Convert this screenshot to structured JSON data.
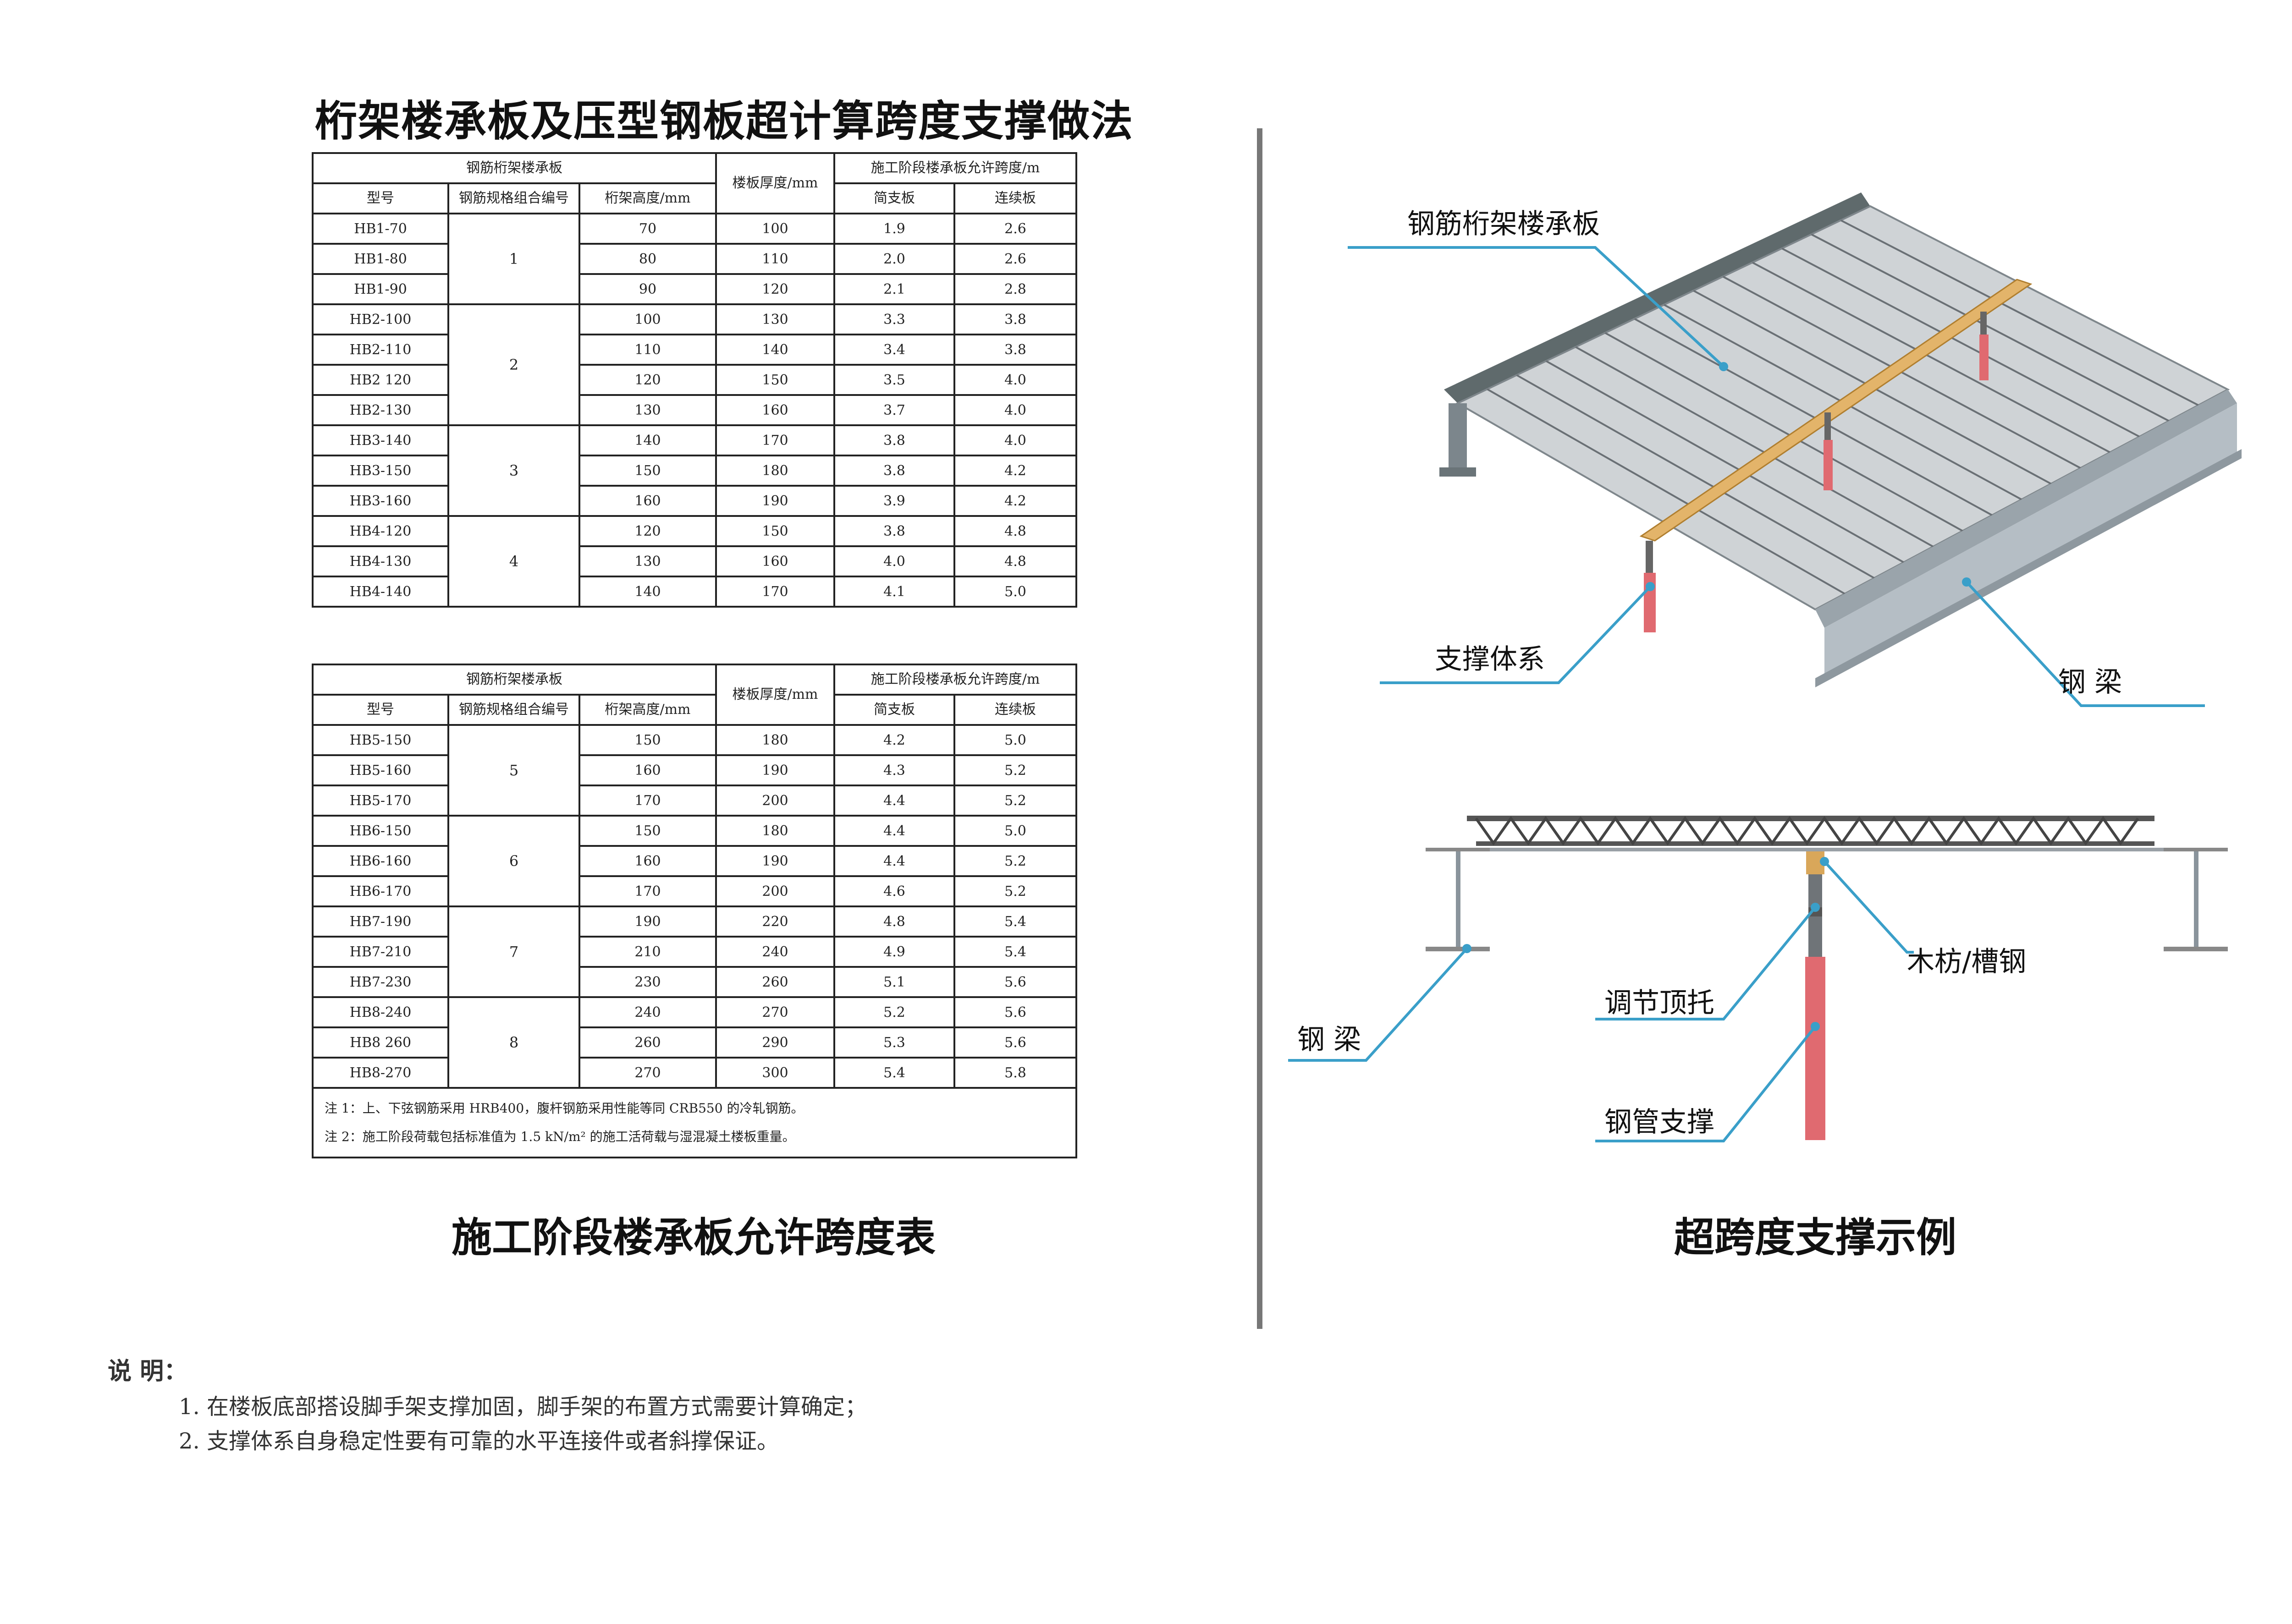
{
  "main_title": "桁架楼承板及压型钢板超计算跨度支撑做法",
  "table1": {
    "group_header": "钢筋桁架楼承板",
    "col_model": "型号",
    "col_combo": "钢筋规格组合编号",
    "col_height": "桁架高度/mm",
    "col_thickness": "楼板厚度/mm",
    "col_span": "施工阶段楼承板允许跨度/m",
    "col_simple": "简支板",
    "col_cont": "连续板",
    "groups": [
      {
        "combo": "1",
        "rows": [
          {
            "model": "HB1-70",
            "h": "70",
            "t": "100",
            "s": "1.9",
            "c": "2.6"
          },
          {
            "model": "HB1-80",
            "h": "80",
            "t": "110",
            "s": "2.0",
            "c": "2.6"
          },
          {
            "model": "HB1-90",
            "h": "90",
            "t": "120",
            "s": "2.1",
            "c": "2.8"
          }
        ]
      },
      {
        "combo": "2",
        "rows": [
          {
            "model": "HB2-100",
            "h": "100",
            "t": "130",
            "s": "3.3",
            "c": "3.8"
          },
          {
            "model": "HB2-110",
            "h": "110",
            "t": "140",
            "s": "3.4",
            "c": "3.8"
          },
          {
            "model": "HB2 120",
            "h": "120",
            "t": "150",
            "s": "3.5",
            "c": "4.0"
          },
          {
            "model": "HB2-130",
            "h": "130",
            "t": "160",
            "s": "3.7",
            "c": "4.0"
          }
        ]
      },
      {
        "combo": "3",
        "rows": [
          {
            "model": "HB3-140",
            "h": "140",
            "t": "170",
            "s": "3.8",
            "c": "4.0"
          },
          {
            "model": "HB3-150",
            "h": "150",
            "t": "180",
            "s": "3.8",
            "c": "4.2"
          },
          {
            "model": "HB3-160",
            "h": "160",
            "t": "190",
            "s": "3.9",
            "c": "4.2"
          }
        ]
      },
      {
        "combo": "4",
        "rows": [
          {
            "model": "HB4-120",
            "h": "120",
            "t": "150",
            "s": "3.8",
            "c": "4.8"
          },
          {
            "model": "HB4-130",
            "h": "130",
            "t": "160",
            "s": "4.0",
            "c": "4.8"
          },
          {
            "model": "HB4-140",
            "h": "140",
            "t": "170",
            "s": "4.1",
            "c": "5.0"
          }
        ]
      }
    ]
  },
  "table2": {
    "group_header": "钢筋桁架楼承板",
    "col_model": "型号",
    "col_combo": "钢筋规格组合编号",
    "col_height": "桁架高度/mm",
    "col_thickness": "楼板厚度/mm",
    "col_span": "施工阶段楼承板允许跨度/m",
    "col_simple": "简支板",
    "col_cont": "连续板",
    "groups": [
      {
        "combo": "5",
        "rows": [
          {
            "model": "HB5-150",
            "h": "150",
            "t": "180",
            "s": "4.2",
            "c": "5.0"
          },
          {
            "model": "HB5-160",
            "h": "160",
            "t": "190",
            "s": "4.3",
            "c": "5.2"
          },
          {
            "model": "HB5-170",
            "h": "170",
            "t": "200",
            "s": "4.4",
            "c": "5.2"
          }
        ]
      },
      {
        "combo": "6",
        "rows": [
          {
            "model": "HB6-150",
            "h": "150",
            "t": "180",
            "s": "4.4",
            "c": "5.0"
          },
          {
            "model": "HB6-160",
            "h": "160",
            "t": "190",
            "s": "4.4",
            "c": "5.2"
          },
          {
            "model": "HB6-170",
            "h": "170",
            "t": "200",
            "s": "4.6",
            "c": "5.2"
          }
        ]
      },
      {
        "combo": "7",
        "rows": [
          {
            "model": "HB7-190",
            "h": "190",
            "t": "220",
            "s": "4.8",
            "c": "5.4"
          },
          {
            "model": "HB7-210",
            "h": "210",
            "t": "240",
            "s": "4.9",
            "c": "5.4"
          },
          {
            "model": "HB7-230",
            "h": "230",
            "t": "260",
            "s": "5.1",
            "c": "5.6"
          }
        ]
      },
      {
        "combo": "8",
        "rows": [
          {
            "model": "HB8-240",
            "h": "240",
            "t": "270",
            "s": "5.2",
            "c": "5.6"
          },
          {
            "model": "HB8 260",
            "h": "260",
            "t": "290",
            "s": "5.3",
            "c": "5.6"
          },
          {
            "model": "HB8-270",
            "h": "270",
            "t": "300",
            "s": "5.4",
            "c": "5.8"
          }
        ]
      }
    ],
    "note1": "注 1：上、下弦钢筋采用 HRB400，腹杆钢筋采用性能等同 CRB550 的冷轧钢筋。",
    "note2": "注 2：施工阶段荷载包括标准值为 1.5 kN/m² 的施工活荷载与湿混凝土楼板重量。"
  },
  "left_caption": "施工阶段楼承板允许跨度表",
  "right_caption": "超跨度支撑示例",
  "fig3d": {
    "label_deck": "钢筋桁架楼承板",
    "label_support": "支撑体系",
    "label_beam": "钢 梁"
  },
  "fig2d": {
    "label_beam": "钢 梁",
    "label_timber": "木枋/槽钢",
    "label_jack": "调节顶托",
    "label_pipe": "钢管支撑"
  },
  "explanation": {
    "title": "说 明：",
    "line1": "1. 在楼板底部搭设脚手架支撑加固，脚手架的布置方式需要计算确定；",
    "line2": "2. 支撑体系自身稳定性要有可靠的水平连接件或者斜撑保证。"
  },
  "colors": {
    "leader": "#3a9fc9",
    "steel": "#8a949c",
    "timber": "#d9a75a",
    "pipe": "#e06a70"
  }
}
